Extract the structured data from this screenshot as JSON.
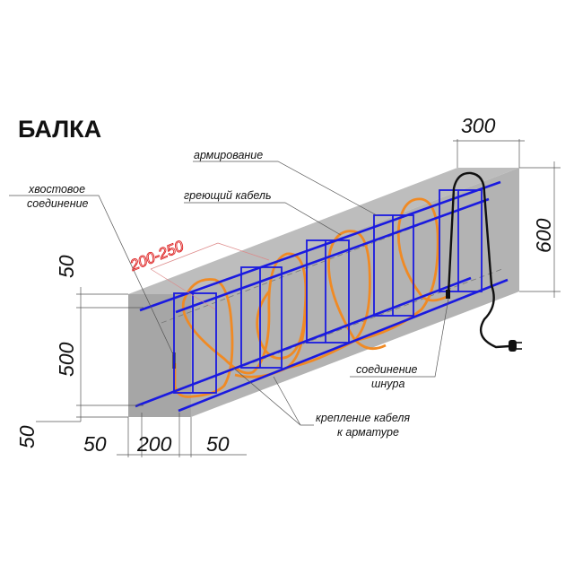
{
  "title": "БАЛКА",
  "labels": {
    "tail_joint": [
      "хвостовое",
      "соединение"
    ],
    "reinforcement": "армирование",
    "heating_cable": "греющий кабель",
    "spacing": "200-250",
    "cord_joint": [
      "соединение",
      "шнура"
    ],
    "cable_fixing": [
      "крепление кабеля",
      "к арматуре"
    ]
  },
  "dimensions": {
    "width_top": "300",
    "height_right": "600",
    "cover_top": "50",
    "inner_height": "500",
    "cover_bottom": "50",
    "cover_left": "50",
    "inner_width": "200",
    "cover_right": "50"
  },
  "colors": {
    "concrete": "#b4b4b4",
    "rebar": "#1a1ae0",
    "cable": "#f08a24",
    "spacing_text": "#dd2222"
  }
}
